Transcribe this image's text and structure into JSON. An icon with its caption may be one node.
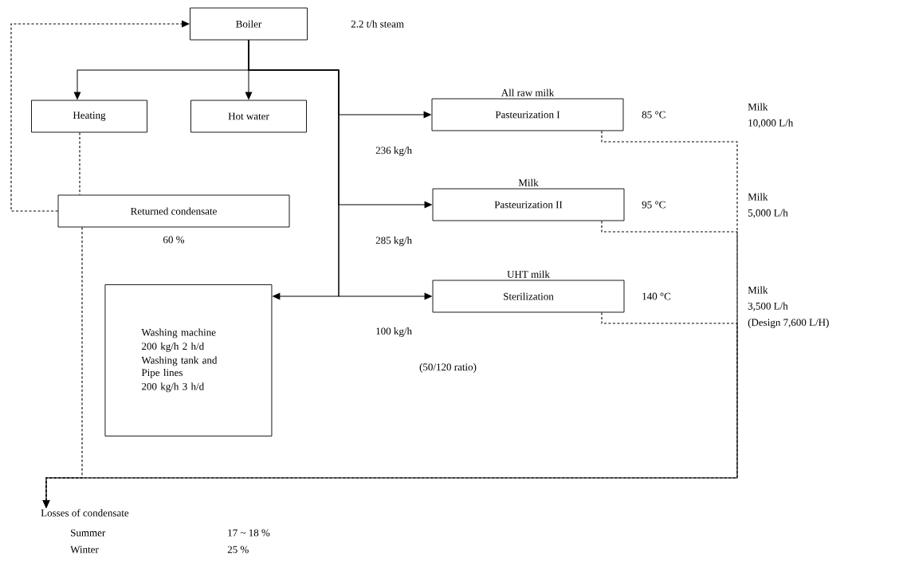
{
  "diagram": {
    "nodes": [
      {
        "text": [
          "Boiler"
        ]
      },
      {
        "text": [
          "Heating"
        ]
      },
      {
        "text": [
          "Hot water"
        ]
      },
      {
        "text": [
          "All raw milk",
          "Pasteurization I"
        ],
        "beside": [
          "85 °C"
        ]
      },
      {
        "text": [
          "Milk",
          "Pasteurization II"
        ],
        "beside": [
          "95 °C"
        ]
      },
      {
        "text": [
          "UHT milk",
          "Sterilization"
        ],
        "beside": [
          "140 °C"
        ]
      },
      {
        "text": [
          "Returned condensate"
        ],
        "beside": [
          "60 %"
        ]
      },
      {
        "text": [
          "Washing machine",
          "200 kg/h 2 h/d",
          "Washing tank and Pipe lines",
          "200 kg/h 3 h/d"
        ]
      },
      {
        "text": [
          "Losses of condensate"
        ]
      }
    ],
    "edges": [
      {
        "from": 0,
        "to": 1,
        "arrow": "to"
      },
      {
        "from": 0,
        "to": 2,
        "arrow": "to"
      },
      {
        "from": 0,
        "to": 3,
        "arrow": "to",
        "label": "236 kg/h"
      },
      {
        "from": 0,
        "to": 4,
        "arrow": "to",
        "label": "285 kg/h"
      },
      {
        "from": 0,
        "to": 5,
        "arrow": "to",
        "label": "100 kg/h"
      },
      {
        "from": 0,
        "to": 7,
        "arrow": "to"
      },
      {
        "from": 1,
        "to": 6,
        "arrow": "none",
        "style": "dashed"
      },
      {
        "from": 6,
        "to": 0,
        "arrow": "to",
        "style": "dashed"
      },
      {
        "from": 6,
        "to": 8,
        "arrow": "to",
        "style": "dashed"
      },
      {
        "from": 3,
        "to": 8,
        "arrow": "to",
        "style": "dashed"
      },
      {
        "from": 4,
        "to": 8,
        "arrow": "to",
        "style": "dashed"
      },
      {
        "from": 5,
        "to": 8,
        "arrow": "to",
        "style": "dashed"
      }
    ],
    "labels": [
      "2.2 t/h steam",
      "Milk",
      "10,000 L/h",
      "Milk",
      "5,000 L/h",
      "Milk",
      "3,500 L/h",
      "(Design 7,600 L/H)",
      "(50/120 ratio)",
      "Summer",
      "17 ~ 18 %",
      "Winter",
      "25 %"
    ]
  }
}
